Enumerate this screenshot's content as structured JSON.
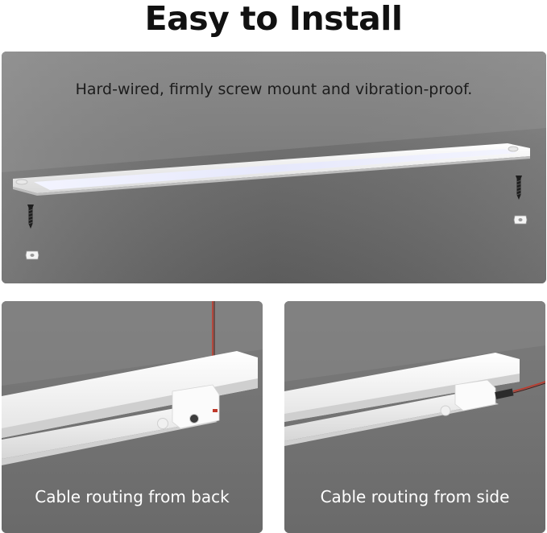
{
  "title": "Easy to Install",
  "top_panel": {
    "caption": "Hard-wired, firmly screw mount and vibration-proof.",
    "screw_icon": "screw-icon",
    "anchor_icon": "wall-anchor-icon"
  },
  "bottom_left_panel": {
    "caption": "Cable routing from back",
    "cable_color": "#c0392b"
  },
  "bottom_right_panel": {
    "caption": "Cable routing from side",
    "cable_color": "#c0392b"
  }
}
